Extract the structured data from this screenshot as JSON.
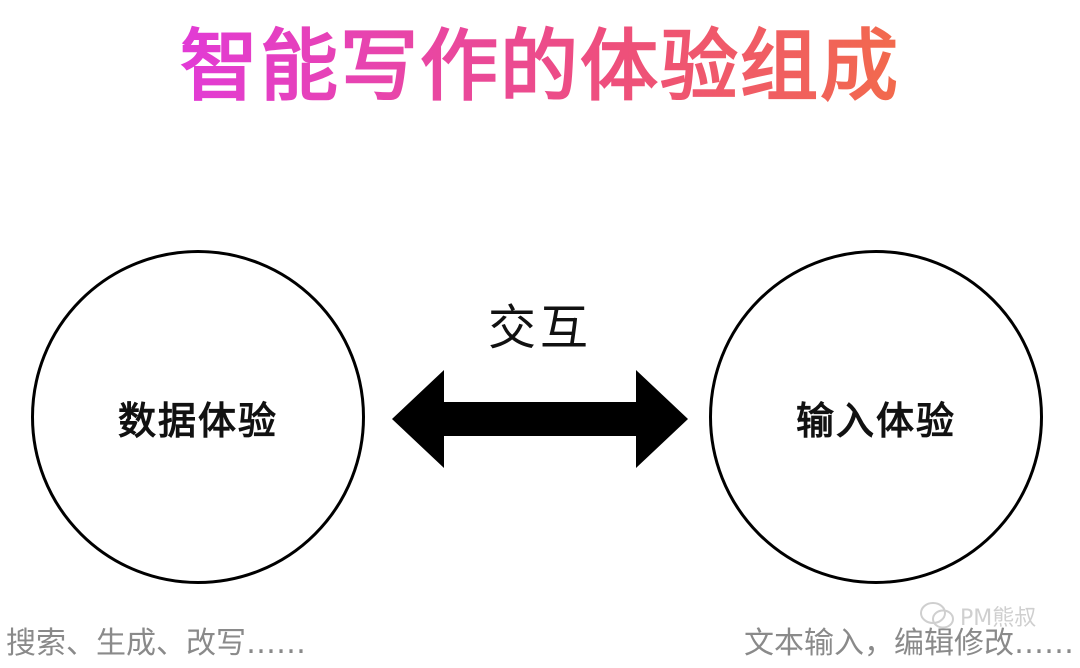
{
  "title": "智能写作的体验组成",
  "interaction_label": "交互",
  "left_node": {
    "label": "数据体验",
    "caption": "搜索、生成、改写……"
  },
  "right_node": {
    "label": "输入体验",
    "caption": "文本输入，编辑修改……"
  },
  "watermark": "PM熊叔",
  "colors": {
    "title_gradient": [
      "#e23bd6",
      "#ee4f7c",
      "#f26a4c"
    ],
    "caption": "#8a8a8a"
  }
}
